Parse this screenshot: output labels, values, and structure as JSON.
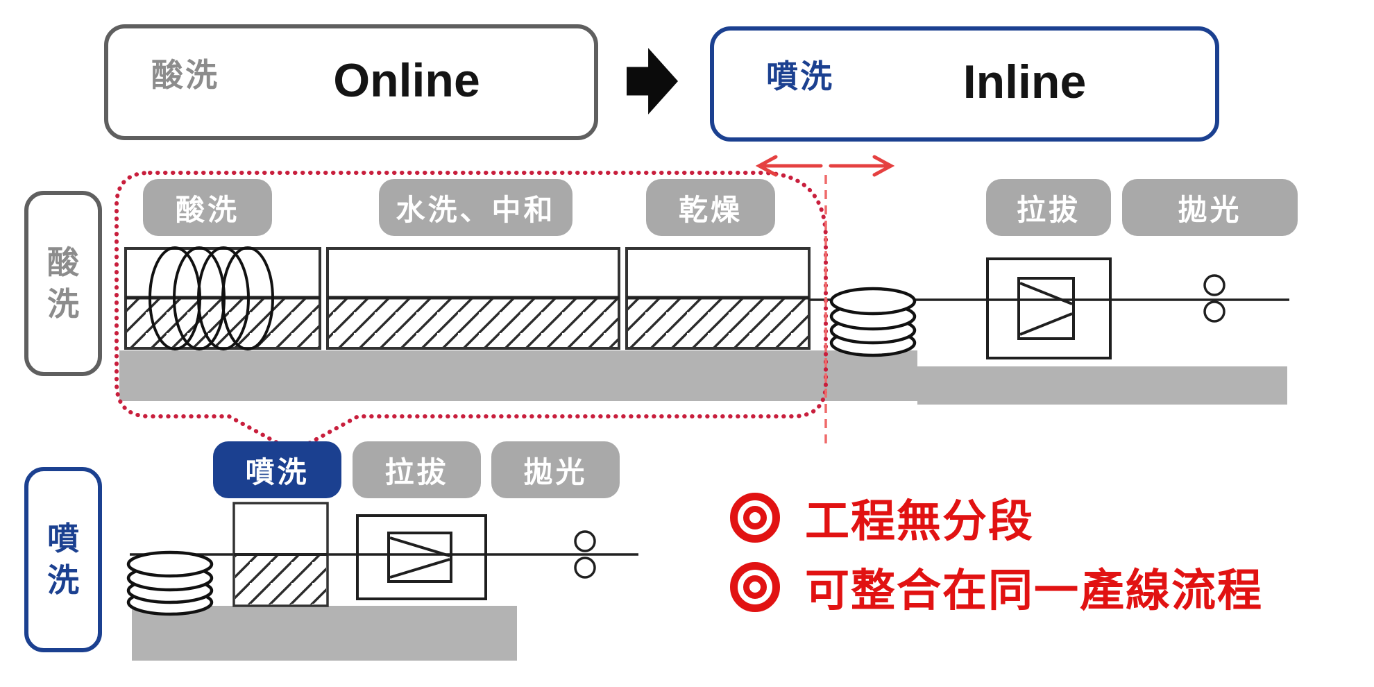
{
  "header": {
    "before": {
      "tag": "酸洗",
      "name": "Online"
    },
    "transition_icon": "right-block-arrow-icon",
    "after": {
      "tag": "噴洗",
      "name": "Inline"
    }
  },
  "online_line": {
    "side_label": "酸洗",
    "stages": [
      {
        "label": "酸洗"
      },
      {
        "label": "水洗、中和"
      },
      {
        "label": "乾燥"
      },
      {
        "label": "拉拔"
      },
      {
        "label": "拋光"
      }
    ],
    "equipment_icons": [
      "wire-coil-icon",
      "tank-icon",
      "drawing-die-icon",
      "polishing-rollers-icon"
    ],
    "replaced_section_marker": "red-dotted-outline"
  },
  "inline_line": {
    "side_label": "噴洗",
    "stages": [
      {
        "label": "噴洗",
        "highlighted": true
      },
      {
        "label": "拉拔"
      },
      {
        "label": "拋光"
      }
    ],
    "equipment_icons": [
      "wire-coil-icon",
      "spray-tank-icon",
      "drawing-die-icon",
      "polishing-rollers-icon"
    ]
  },
  "notes": {
    "bullet_icon": "double-circle-bullet",
    "items": [
      {
        "text": "工程無分段"
      },
      {
        "text": "可整合在同一產線流程"
      }
    ]
  },
  "colors": {
    "accent_blue": "#1b4090",
    "accent_red": "#e11212",
    "dotted_outline_red": "#c81e3c",
    "arrow_red": "#e54040",
    "badge_gray": "#a9a9a9",
    "floor_gray": "#b3b3b3",
    "title_border_gray": "#5f5f5f",
    "line_black": "#1f1f1f"
  }
}
